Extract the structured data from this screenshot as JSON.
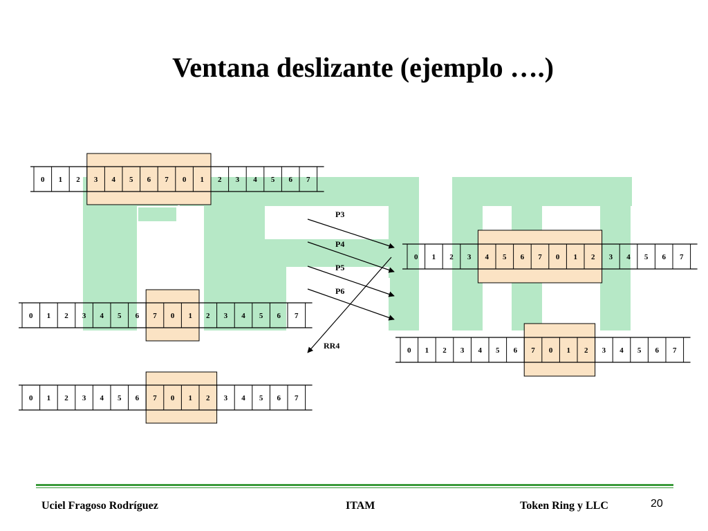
{
  "slide": {
    "title": "Ventana deslizante (ejemplo ….)",
    "footer_left": "Uciel Fragoso Rodríguez",
    "footer_center": "ITAM",
    "footer_right": "Token Ring y LLC",
    "page_number": "20"
  },
  "colors": {
    "watermark": "#b6e8c6",
    "window_fill": "#fbe3c4",
    "footer_line": "#3a9a3a"
  },
  "sequence": [
    "0",
    "1",
    "2",
    "3",
    "4",
    "5",
    "6",
    "7",
    "0",
    "1",
    "2",
    "3",
    "4",
    "5",
    "6",
    "7"
  ],
  "sender_strips": [
    {
      "name": "sender-strip-1",
      "window_start": 3,
      "window_length": 7
    },
    {
      "name": "sender-strip-2",
      "window_start": 7,
      "window_length": 3
    },
    {
      "name": "sender-strip-3",
      "window_start": 7,
      "window_length": 4
    }
  ],
  "receiver_strips": [
    {
      "name": "receiver-strip-1",
      "window_start": 4,
      "window_length": 7
    },
    {
      "name": "receiver-strip-2",
      "window_start": 7,
      "window_length": 4
    }
  ],
  "frames_sent": [
    "P3",
    "P4",
    "P5",
    "P6"
  ],
  "ack": "RR4"
}
